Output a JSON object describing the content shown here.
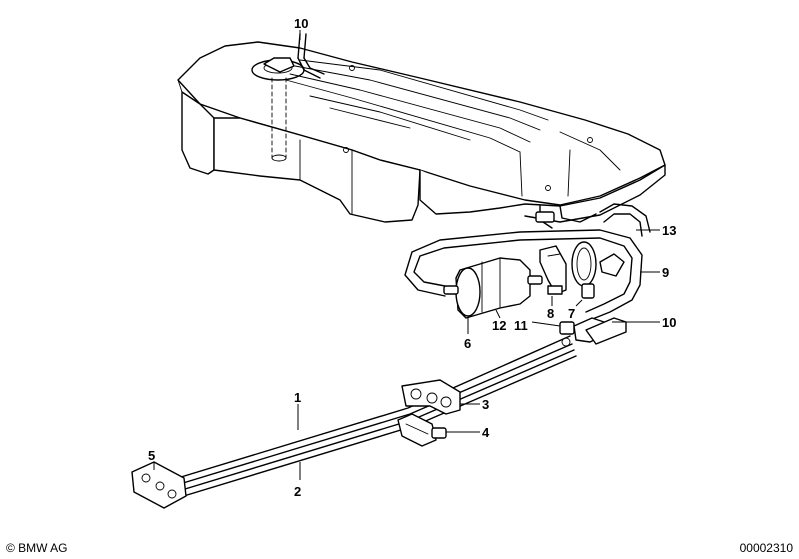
{
  "callouts": [
    {
      "id": "c10a",
      "label": "10"
    },
    {
      "id": "c13",
      "label": "13"
    },
    {
      "id": "c9",
      "label": "9"
    },
    {
      "id": "c8",
      "label": "8"
    },
    {
      "id": "c7",
      "label": "7"
    },
    {
      "id": "c10b",
      "label": "10"
    },
    {
      "id": "c12",
      "label": "12"
    },
    {
      "id": "c11",
      "label": "11"
    },
    {
      "id": "c6",
      "label": "6"
    },
    {
      "id": "c1",
      "label": "1"
    },
    {
      "id": "c3",
      "label": "3"
    },
    {
      "id": "c4",
      "label": "4"
    },
    {
      "id": "c5",
      "label": "5"
    },
    {
      "id": "c2",
      "label": "2"
    }
  ],
  "footer": {
    "copyright": "© BMW AG",
    "drawing_number": "00002310"
  }
}
